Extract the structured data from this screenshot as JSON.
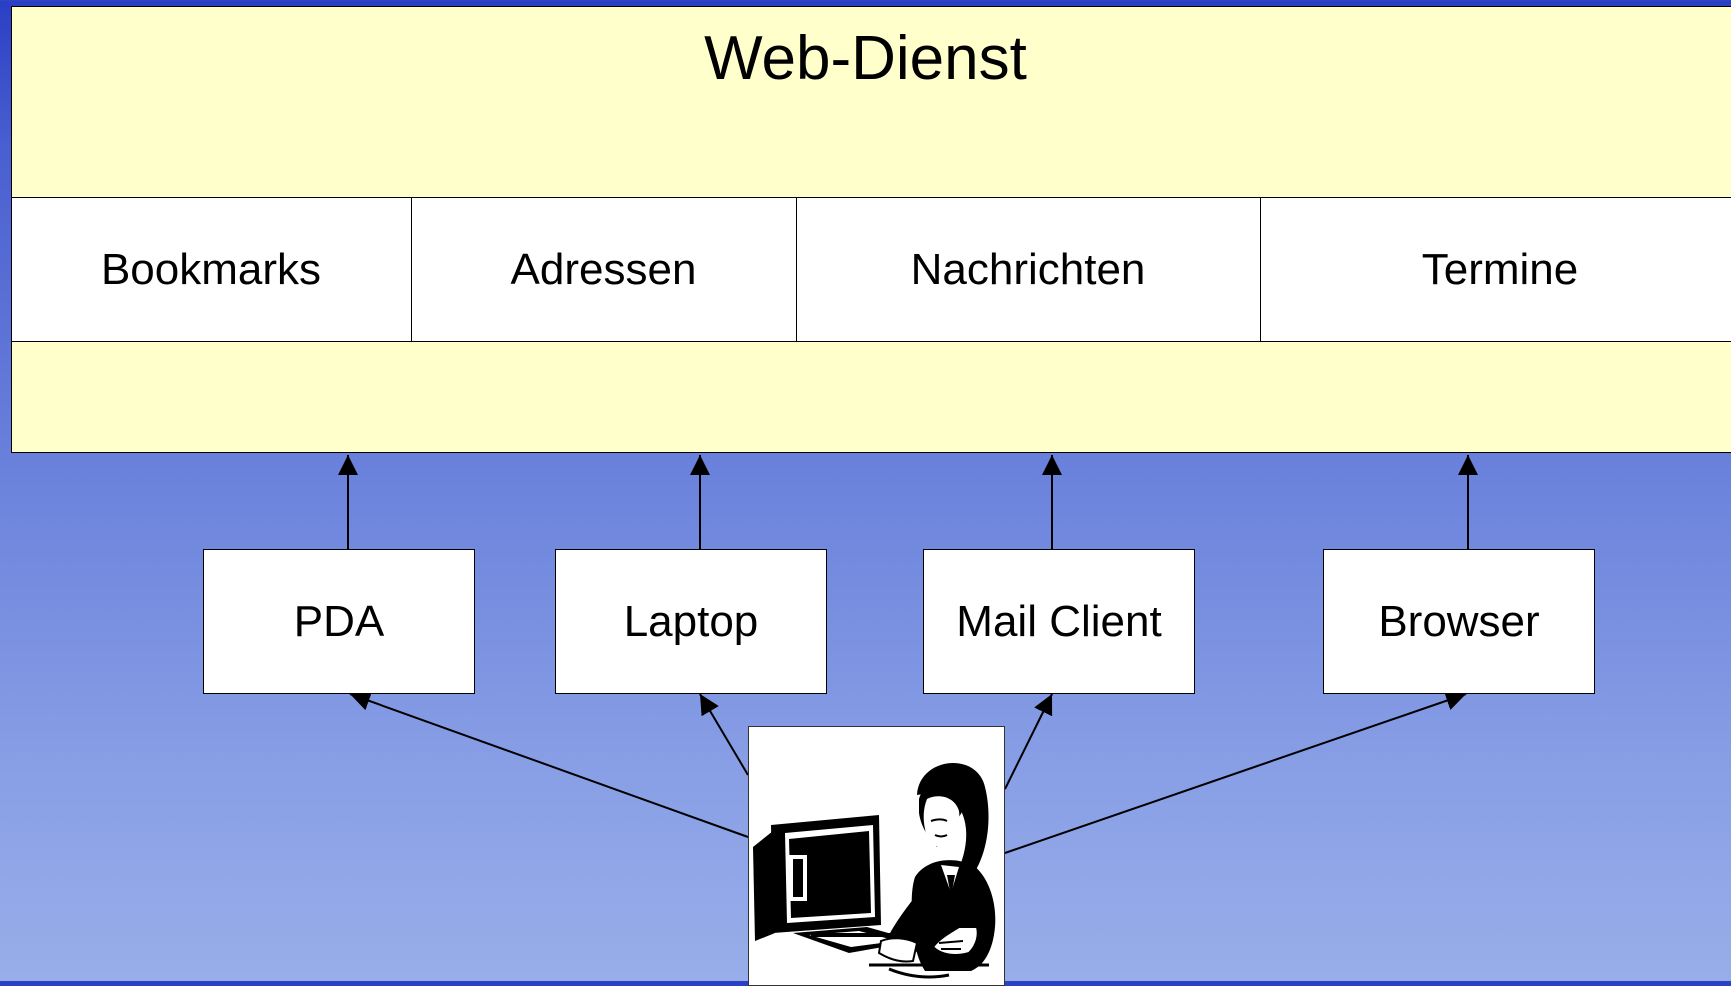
{
  "diagram": {
    "service": {
      "title": "Web-Dienst",
      "modules": [
        "Bookmarks",
        "Adressen",
        "Nachrichten",
        "Termine"
      ]
    },
    "clients": [
      "PDA",
      "Laptop",
      "Mail Client",
      "Browser"
    ],
    "user": {
      "icon": "user-at-computer-icon"
    },
    "colors": {
      "service_fill": "#ffffcc",
      "box_fill": "#ffffff",
      "background_top": "#2a3fc4",
      "background_bottom": "#98aee9"
    }
  }
}
